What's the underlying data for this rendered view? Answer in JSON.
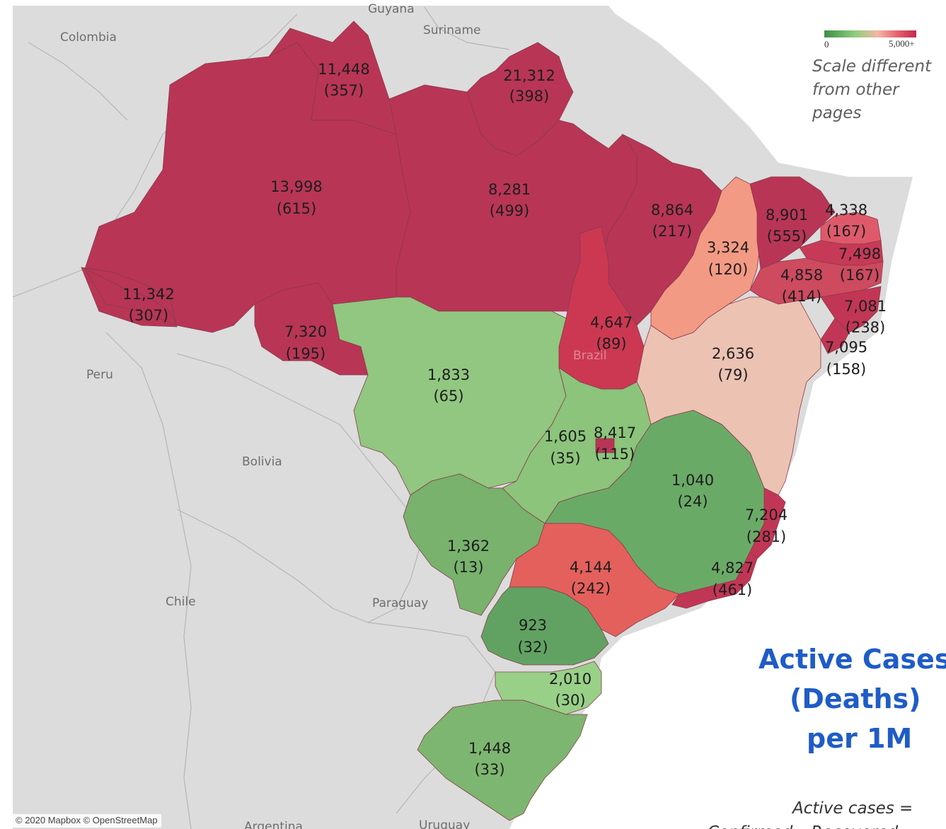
{
  "map": {
    "countries": [
      "Guyana",
      "Suriname",
      "Colombia",
      "Peru",
      "Bolivia",
      "Chile",
      "Paraguay",
      "Argentina",
      "Uruguay"
    ],
    "basemap_country_label": "Brazil"
  },
  "states": [
    {
      "id": "rr",
      "cases": "11,448",
      "deaths": "(357)",
      "color": "#b83556"
    },
    {
      "id": "ap",
      "cases": "21,312",
      "deaths": "(398)",
      "color": "#b83556"
    },
    {
      "id": "am",
      "cases": "13,998",
      "deaths": "(615)",
      "color": "#b83556"
    },
    {
      "id": "pa",
      "cases": "8,281",
      "deaths": "(499)",
      "color": "#b83556"
    },
    {
      "id": "ma",
      "cases": "8,864",
      "deaths": "(217)",
      "color": "#b83556"
    },
    {
      "id": "pi",
      "cases": "3,324",
      "deaths": "(120)",
      "color": "#f39a84"
    },
    {
      "id": "ce",
      "cases": "8,901",
      "deaths": "(555)",
      "color": "#b83556"
    },
    {
      "id": "rn",
      "cases": "4,338",
      "deaths": "(167)",
      "color": "#de5a6b"
    },
    {
      "id": "pb",
      "cases": "7,498",
      "deaths": "(167)",
      "color": "#c73a57"
    },
    {
      "id": "pe",
      "cases": "4,858",
      "deaths": "(414)",
      "color": "#cd4a5f"
    },
    {
      "id": "al",
      "cases": "7,081",
      "deaths": "(238)",
      "color": "#c13654"
    },
    {
      "id": "se",
      "cases": "7,095",
      "deaths": "(158)",
      "color": "#c13654"
    },
    {
      "id": "ac",
      "cases": "11,342",
      "deaths": "(307)",
      "color": "#b83556"
    },
    {
      "id": "ro",
      "cases": "7,320",
      "deaths": "(195)",
      "color": "#b83556"
    },
    {
      "id": "to",
      "cases": "4,647",
      "deaths": "(89)",
      "color": "#cc3852"
    },
    {
      "id": "ba",
      "cases": "2,636",
      "deaths": "(79)",
      "color": "#ecc2b3"
    },
    {
      "id": "mt",
      "cases": "1,833",
      "deaths": "(65)",
      "color": "#91c780"
    },
    {
      "id": "go",
      "cases": "1,605",
      "deaths": "(35)",
      "color": "#8bc47a"
    },
    {
      "id": "df",
      "cases": "8,417",
      "deaths": "(115)",
      "color": "#b83556"
    },
    {
      "id": "mg",
      "cases": "1,040",
      "deaths": "(24)",
      "color": "#6aaa67"
    },
    {
      "id": "es",
      "cases": "7,204",
      "deaths": "(281)",
      "color": "#c13654"
    },
    {
      "id": "ms",
      "cases": "1,362",
      "deaths": "(13)",
      "color": "#78b26d"
    },
    {
      "id": "sp",
      "cases": "4,144",
      "deaths": "(242)",
      "color": "#e4605c"
    },
    {
      "id": "rj",
      "cases": "4,827",
      "deaths": "(461)",
      "color": "#c13654"
    },
    {
      "id": "pr",
      "cases": "923",
      "deaths": "(32)",
      "color": "#61a263"
    },
    {
      "id": "sc",
      "cases": "2,010",
      "deaths": "(30)",
      "color": "#98d088"
    },
    {
      "id": "rs",
      "cases": "1,448",
      "deaths": "(33)",
      "color": "#7db670"
    }
  ],
  "legend": {
    "min_label": "0",
    "max_label": "5,000+",
    "color_low": "#3d8e46",
    "color_high": "#c4284a",
    "note_lines": [
      "Scale different",
      "from other pages"
    ]
  },
  "title_lines": [
    "Active Cases",
    "(Deaths)",
    "per 1M"
  ],
  "footnote_lines": [
    "Active cases =",
    "Confirmed – Recovered –"
  ],
  "attribution": "© 2020 Mapbox © OpenStreetMap"
}
